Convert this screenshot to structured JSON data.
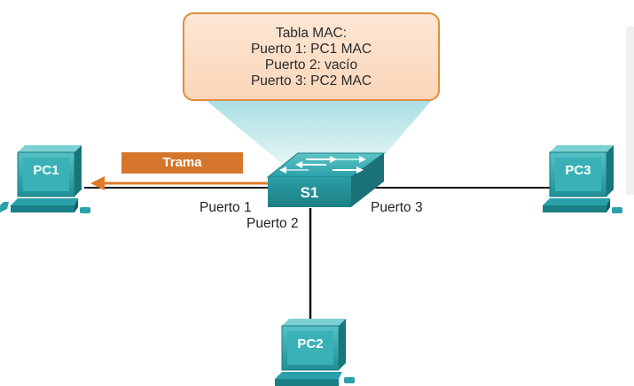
{
  "mac_table": {
    "title": "Tabla MAC:",
    "rows": [
      "Puerto 1: PC1 MAC",
      "Puerto 2: vacío",
      "Puerto 3: PC2 MAC"
    ]
  },
  "frame_label": "Trama",
  "switch": {
    "label": "S1"
  },
  "ports": {
    "port1": "Puerto 1",
    "port2": "Puerto 2",
    "port3": "Puerto 3"
  },
  "pcs": {
    "pc1": "PC1",
    "pc2": "PC2",
    "pc3": "PC3"
  },
  "colors": {
    "teal": "#2aa1a8",
    "frame_orange": "#d6762c",
    "box_border": "#e08c3e"
  }
}
